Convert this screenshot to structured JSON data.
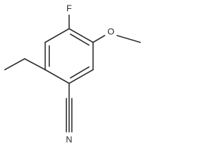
{
  "molecule": {
    "atom_labels": {
      "fluorine": "F",
      "oxygen": "O",
      "nitrogen": "N"
    },
    "colors": {
      "bond": "#2b2b2b",
      "label": "#2b2b2b",
      "background": "#ffffff"
    }
  }
}
